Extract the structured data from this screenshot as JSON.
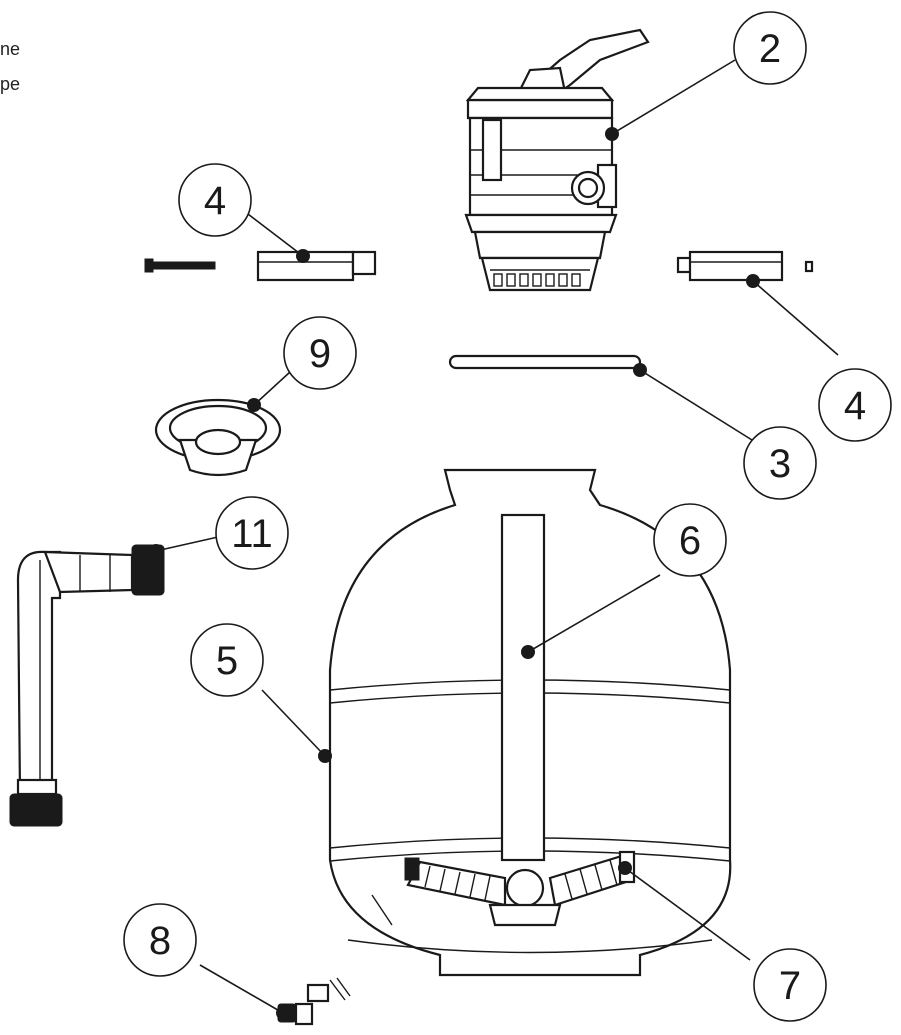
{
  "edge_text": [
    "ne",
    "pe"
  ],
  "callouts": [
    {
      "id": "c2",
      "number": "2",
      "part": "multiport-valve"
    },
    {
      "id": "c4a",
      "number": "4",
      "part": "clamp-left"
    },
    {
      "id": "c4b",
      "number": "4",
      "part": "clamp-right"
    },
    {
      "id": "c9",
      "number": "9",
      "part": "strainer-basket"
    },
    {
      "id": "c3",
      "number": "3",
      "part": "o-ring-rod"
    },
    {
      "id": "c11",
      "number": "11",
      "part": "hose-assembly"
    },
    {
      "id": "c6",
      "number": "6",
      "part": "center-pipe"
    },
    {
      "id": "c5",
      "number": "5",
      "part": "filter-tank"
    },
    {
      "id": "c8",
      "number": "8",
      "part": "drain-parts"
    },
    {
      "id": "c7",
      "number": "7",
      "part": "laterals"
    }
  ],
  "colors": {
    "line": "#1a1a1a",
    "background": "#ffffff"
  }
}
